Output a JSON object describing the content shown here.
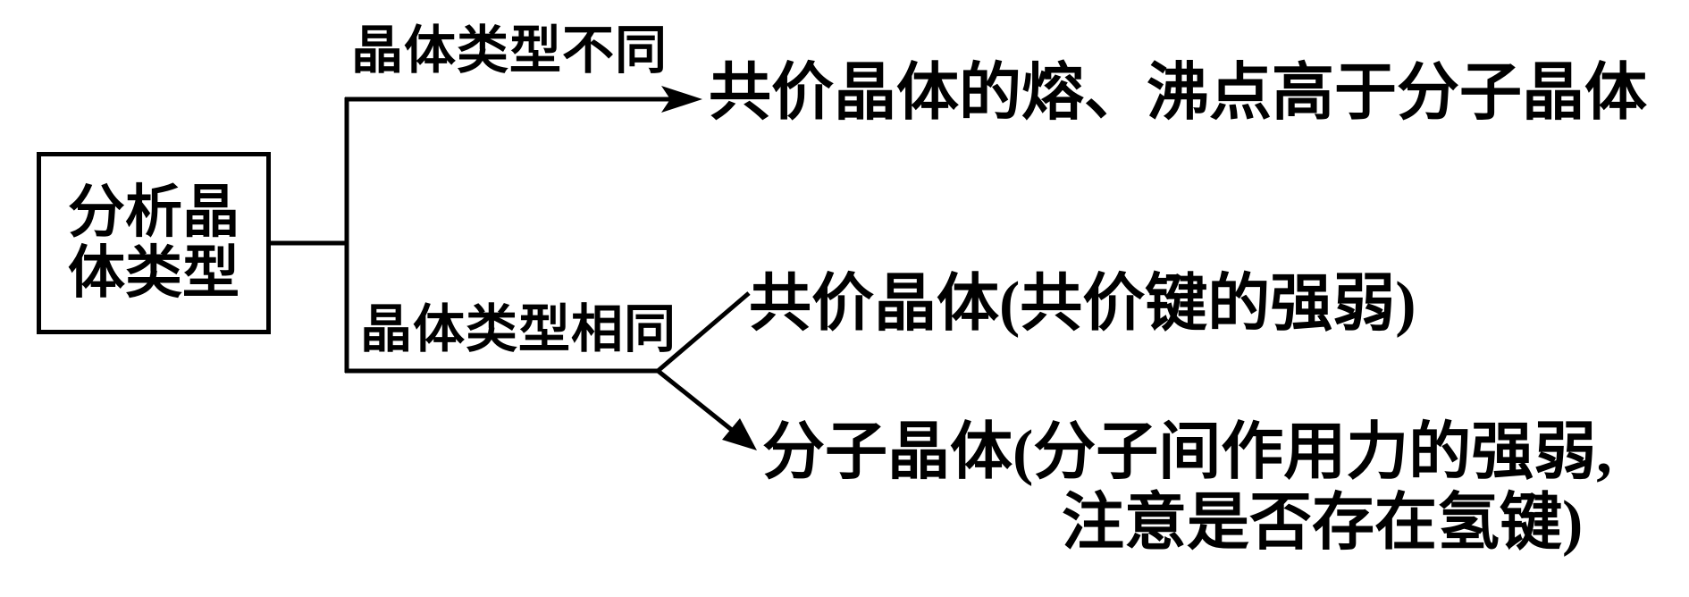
{
  "diagram": {
    "root": {
      "line1": "分析晶",
      "line2": "体类型"
    },
    "branch_top": {
      "condition": "晶体类型不同",
      "result": "共价晶体的熔、沸点高于分子晶体"
    },
    "branch_bottom": {
      "condition": "晶体类型相同",
      "outcome_covalent": "共价晶体(共价键的强弱)",
      "outcome_molecular_line1": "分子晶体(分子间作用力的强弱,",
      "outcome_molecular_line2": "注意是否存在氢键)"
    },
    "colors": {
      "ink": "#000000",
      "background": "#ffffff"
    }
  }
}
